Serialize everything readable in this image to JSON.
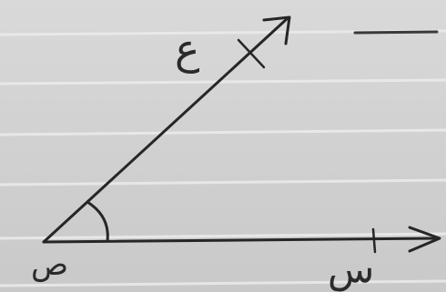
{
  "diagram": {
    "vertex_label": "ص",
    "ray_upper_label": "ع",
    "ray_lower_label": "س",
    "colors": {
      "ink": "#262626",
      "paper": "#d2d2d2",
      "rule_line": "#ececec"
    }
  }
}
